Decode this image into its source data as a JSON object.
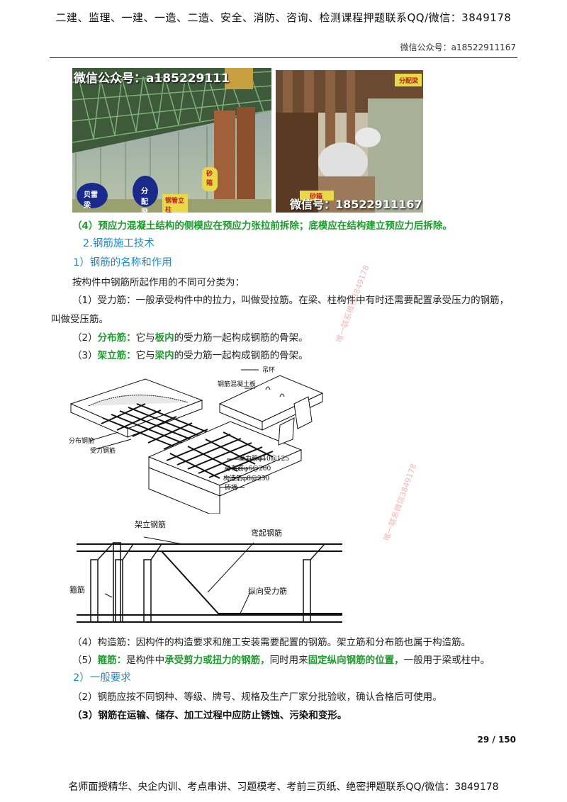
{
  "header": {
    "banner": "二建、监理、一建、一造、二造、安全、消防、咨询、检测课程押题联系QQ/微信：3849178",
    "right_text": "微信公众号：a18522911167"
  },
  "photos": {
    "left_watermark": "微信公众号：a185229111",
    "left_labels": [
      "贝雷梁",
      "分配梁",
      "钢管立柱",
      "砂箱"
    ],
    "right_watermark": "微信号：18522911167",
    "right_labels": [
      "分配梁",
      "砂箱"
    ]
  },
  "content": {
    "p4": "（4）预应力混凝土结构的侧模应在预应力张拉前拆除；底模应在结构建立预应力后拆除。",
    "h_steel": "2.钢筋施工技术",
    "h_names": "1）钢筋的名称和作用",
    "intro": "按构件中钢筋所起作用的不同可分类为：",
    "item1_a": "（1）受力筋：一般承受构件中的拉力，叫做受拉筋。在梁、柱构件中有时还需要配置承受压力的钢筋，",
    "item1_b": "叫做受压筋。",
    "item2_pre": "（2）",
    "item2_term": "分布筋：",
    "item2_mid": "它与",
    "item2_hl": "板内",
    "item2_post": "的受力筋一起构成钢筋的骨架。",
    "item3_pre": "（3）",
    "item3_term": "架立筋：",
    "item3_mid": "它与",
    "item3_hl": "梁内",
    "item3_post": "的受力筋一起构成钢筋的骨架。",
    "item4": "（4）构造筋：因构件的构造要求和施工安装需要配置的钢筋。架立筋和分布筋也属于构造筋。",
    "item5_pre": "（5）",
    "item5_term": "箍筋：",
    "item5_mid": "是构件中",
    "item5_hl1": "承受剪力或扭力的钢筋，",
    "item5_mid2": "同时用来",
    "item5_hl2": "固定纵向钢筋的位置，",
    "item5_post": "一般用于梁或柱中。",
    "h_general": "2）一般要求",
    "req2": "（2）钢筋应按不同钢种、等级、牌号、规格及生产厂家分批验收，确认合格后可使用。",
    "req3": "（3）钢筋在运输、储存、加工过程中应防止锈蚀、污染和变形。"
  },
  "figure_slab": {
    "hook": "吊环",
    "slab": "钢筋混凝土板",
    "dist_left": "分布钢筋",
    "main_left": "受力钢筋",
    "main_bar": "受力筋φ10@125",
    "dist_bar": "分布筋φ6@200",
    "const_bar": "构造筋φ8@250",
    "wall": "砖墙"
  },
  "figure_beam": {
    "erect": "架立钢筋",
    "bent": "弯起钢筋",
    "stirrup": "箍筋",
    "long": "纵向受力筋"
  },
  "watermarks": [
    "唯一联系微信3849178",
    "唯一联系微信3849178"
  ],
  "footer": {
    "page": "29 / 150",
    "banner": "名师面授精华、央企内训、考点串讲、习题模考、考前三页纸、绝密押题联系QQ/微信：3849178"
  }
}
